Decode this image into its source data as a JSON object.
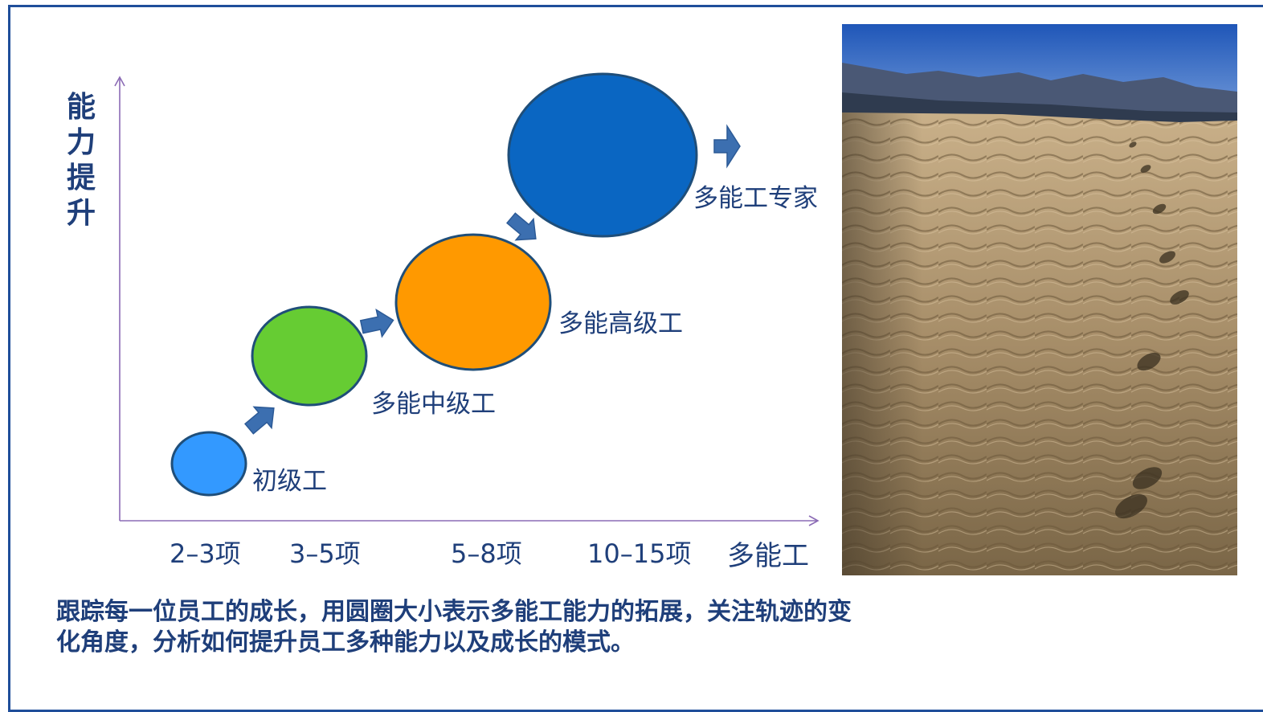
{
  "diagram": {
    "y_axis_label": "能力提升",
    "x_axis_label": "多能工",
    "x_ticks": [
      "2–3项",
      "3–5项",
      "5–8项",
      "10–15项"
    ],
    "levels": [
      {
        "label": "初级工",
        "color": "#3399ff"
      },
      {
        "label": "多能中级工",
        "color": "#66cc33"
      },
      {
        "label": "多能高级工",
        "color": "#ff9900"
      },
      {
        "label": "多能工专家",
        "color": "#0a66c2"
      }
    ],
    "circle_stroke": "#1f4e79",
    "arrow_color": "#3c6fb0",
    "axis_color": "#8b6bb5"
  },
  "caption": "跟踪每一位员工的成长，用圆圈大小表示多能工能力的拓展，关注轨迹的变化角度，分析如何提升员工多种能力以及成长的模式。",
  "photo": {
    "subject": "desert-sand-dune-footprints"
  }
}
